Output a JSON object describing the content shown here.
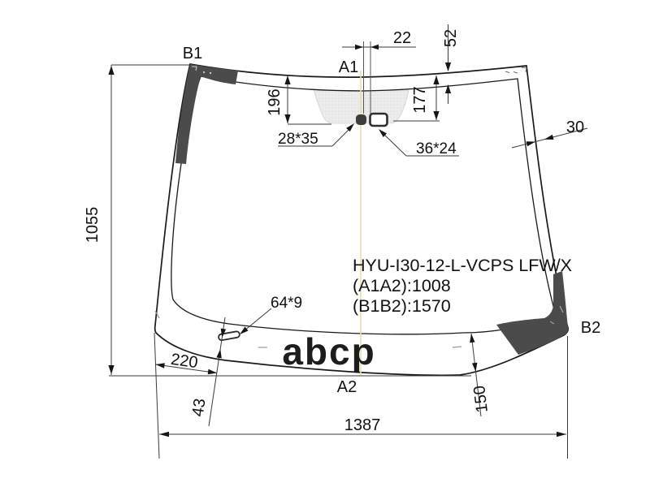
{
  "title_block": {
    "part_code": "HYU-I30-12-L-VCPS LFW/X",
    "spec_a": "(A1A2):1008",
    "spec_b": "(B1B2):1570"
  },
  "corner_labels": {
    "b1": "B1",
    "a1": "A1",
    "a2": "A2",
    "b2": "B2"
  },
  "dimensions": {
    "overall_height": "1055",
    "bottom_width": "1387",
    "center_offset": "22",
    "top_band_width": "52",
    "sensor_depth_left": "196",
    "sensor_depth_right": "177",
    "side_band_width": "30",
    "mirror_bracket_size": "28*35",
    "sensor_window_size": "36*24",
    "bottom_slot_size": "64*9",
    "slot_from_left": "220",
    "slot_from_edge": "43",
    "bottom_band_width": "150"
  },
  "watermark": "abcp",
  "colors": {
    "band": "#4b4b4b",
    "sensor_area": "#ececec",
    "sensor_dot": "#dcdcdc",
    "centerline": "#e7dfa8",
    "outline": "#191919",
    "dim_line": "#3a3a3a",
    "watermark": "#c9c9c9"
  }
}
